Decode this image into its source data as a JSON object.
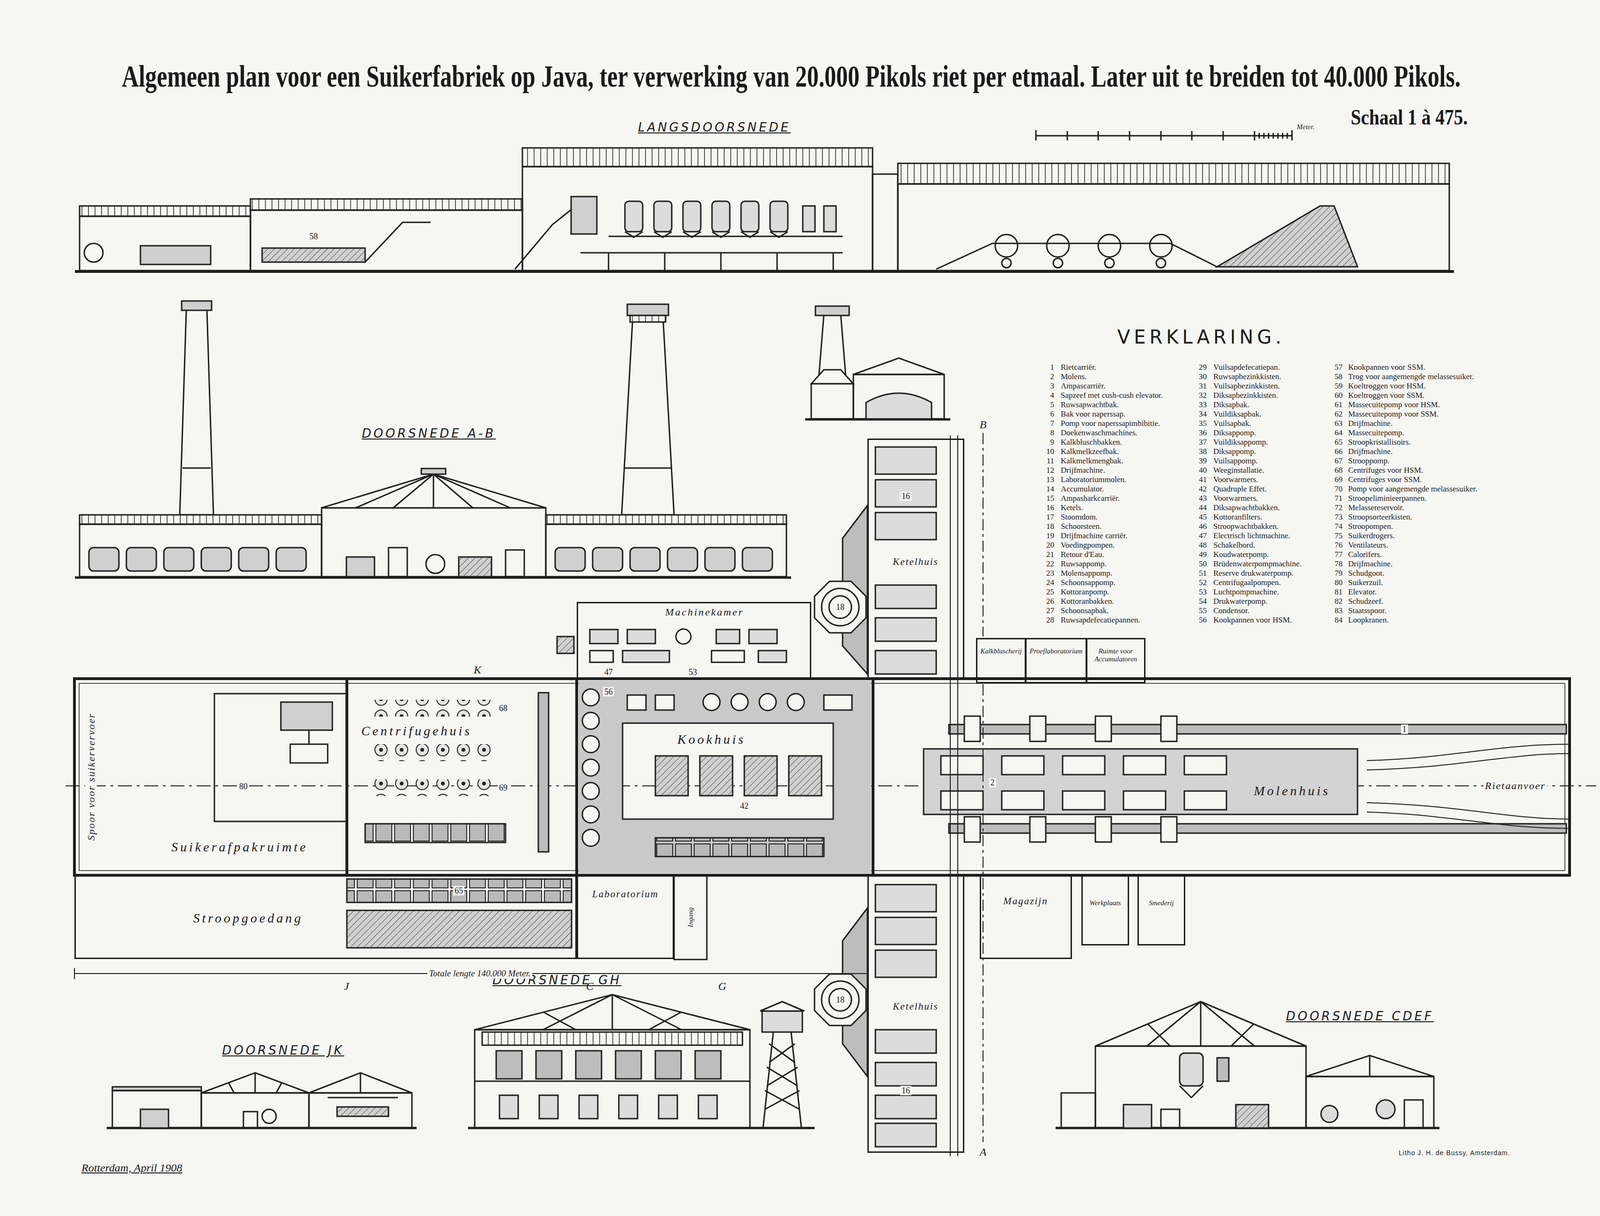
{
  "diagram": {
    "title": "Algemeen plan voor een Suikerfabriek op Java, ter verwerking van 20.000 Pikols riet per etmaal. Later uit te breiden tot 40.000 Pikols.",
    "nodes": [
      {
        "text": [
          "Ketelhuis"
        ]
      },
      {
        "text": [
          "Machinekamer"
        ]
      },
      {
        "text": [
          "Kalkbluscherij"
        ]
      },
      {
        "text": [
          "Proeflaboratorium"
        ]
      },
      {
        "text": [
          "Ruimte voor Accumulatoren"
        ]
      },
      {
        "text": [
          "Suikerafpakruimte"
        ]
      },
      {
        "text": [
          "Centrifugehuis"
        ]
      },
      {
        "text": [
          "Kookhuis"
        ]
      },
      {
        "text": [
          "Molenhuis"
        ]
      },
      {
        "text": [
          "Stroopgoedang"
        ]
      },
      {
        "text": [
          "Laboratorium"
        ]
      },
      {
        "text": [
          "Ketelhuis"
        ]
      },
      {
        "text": [
          "Magazijn"
        ]
      },
      {
        "text": [
          "Werkplaats"
        ]
      },
      {
        "text": [
          "Smederij"
        ]
      }
    ],
    "labels": [
      "Schaal 1 à 475.",
      "Meter.",
      "LANGSDOORSNEDE",
      "DOORSNEDE A-B",
      "VERKLARING.",
      "1",
      "Rietcarriër.",
      "2",
      "Molens.",
      "3",
      "Ampascarriër.",
      "4",
      "Sapzeef met cush-cush elevator.",
      "5",
      "Ruwsapwachtbak.",
      "6",
      "Bak voor naperssap.",
      "7",
      "Pomp voor naperssapimbibitie.",
      "8",
      "Doekenwaschmachines.",
      "9",
      "Kalkbluschbakken.",
      "10",
      "Kalkmelkzeefbak.",
      "11",
      "Kalkmelkmengbak.",
      "12",
      "Drijfmachine.",
      "13",
      "Laboratoriummolen.",
      "14",
      "Accumulator.",
      "15",
      "Ampasharkcarriër.",
      "16",
      "Ketels.",
      "17",
      "Stoomdom.",
      "18",
      "Schoorsteen.",
      "19",
      "Drijfmachine carriër.",
      "20",
      "Voedingpompen.",
      "21",
      "Retour d'Eau.",
      "22",
      "Ruwsappomp.",
      "23",
      "Molensappomp.",
      "24",
      "Schoonsappomp.",
      "25",
      "Kottoranpomp.",
      "26",
      "Kottoranbakken.",
      "27",
      "Schoonsapbak.",
      "28",
      "Ruwsapdefecatiepannen.",
      "29",
      "Vuilsapdefecatiepan.",
      "30",
      "Ruwsapbezinkkisten.",
      "31",
      "Vuilsapbezinkkisten.",
      "32",
      "Diksapbezinkkisten.",
      "33",
      "Diksapbak.",
      "34",
      "Vuildiksapbak.",
      "35",
      "Vuilsapbak.",
      "36",
      "Diksappomp.",
      "37",
      "Vuildiksappomp.",
      "38",
      "Diksappomp.",
      "39",
      "Vuilsappomp.",
      "40",
      "Weeginstallatie.",
      "41",
      "Voorwarmers.",
      "42",
      "Quadruple Effet.",
      "43",
      "Voorwarmers.",
      "44",
      "Diksapwachtbakken.",
      "45",
      "Kottoranfilters.",
      "46",
      "Stroopwachtbakken.",
      "47",
      "Electrisch lichtmachine.",
      "48",
      "Schakelbord.",
      "49",
      "Koudwaterpomp.",
      "50",
      "Brüdenwaterpompmachine.",
      "51",
      "Reserve drukwaterpomp.",
      "52",
      "Centrifugaalpompen.",
      "53",
      "Luchtpompmachine.",
      "54",
      "Drukwaterpomp.",
      "55",
      "Condensor.",
      "56",
      "Kookpannen voor HSM.",
      "57",
      "Kookpannen voor SSM.",
      "58",
      "Trog voor aangemengde melassesuiker.",
      "59",
      "Koeltroggen voor HSM.",
      "60",
      "Koeltroggen voor SSM.",
      "61",
      "Massecuitepomp voor HSM.",
      "62",
      "Massecuitepomp voor SSM.",
      "63",
      "Drijfmachine.",
      "64",
      "Massecuitepomp.",
      "65",
      "Stroopkristallisoirs.",
      "66",
      "Drijfmachine.",
      "67",
      "Strooppomp.",
      "68",
      "Centrifuges voor HSM.",
      "69",
      "Centrifuges voor SSM.",
      "70",
      "Pomp voor aangemengde melassesuiker.",
      "71",
      "Stroopeliminieerpannen.",
      "72",
      "Melassereservoir.",
      "73",
      "Stroopsorteerkisten.",
      "74",
      "Stroopompen.",
      "75",
      "Suikerdrogers.",
      "76",
      "Ventilateurs.",
      "77",
      "Calorifers.",
      "78",
      "Drijfmachine.",
      "79",
      "Schudgoot.",
      "80",
      "Suikerzuil.",
      "81",
      "Elevator.",
      "82",
      "Schudzeef.",
      "83",
      "Staatsspoor.",
      "84",
      "Loopkranen.",
      "DOORSNEDE JK",
      "DOORSNEDE GH",
      "DOORSNEDE CDEF",
      "Spoor voor suikervervoer",
      "Rietaanvoer",
      "Totale lengte 140.000 Meter.",
      "Ingang",
      "Rotterdam, April 1908",
      "Litho J. H. de Bussy, Amsterdam.",
      "B",
      "A",
      "K",
      "J",
      "C",
      "G",
      "1",
      "2",
      "16",
      "16",
      "18",
      "18",
      "42",
      "56",
      "65",
      "68",
      "69",
      "80",
      "47",
      "53",
      "58"
    ]
  }
}
